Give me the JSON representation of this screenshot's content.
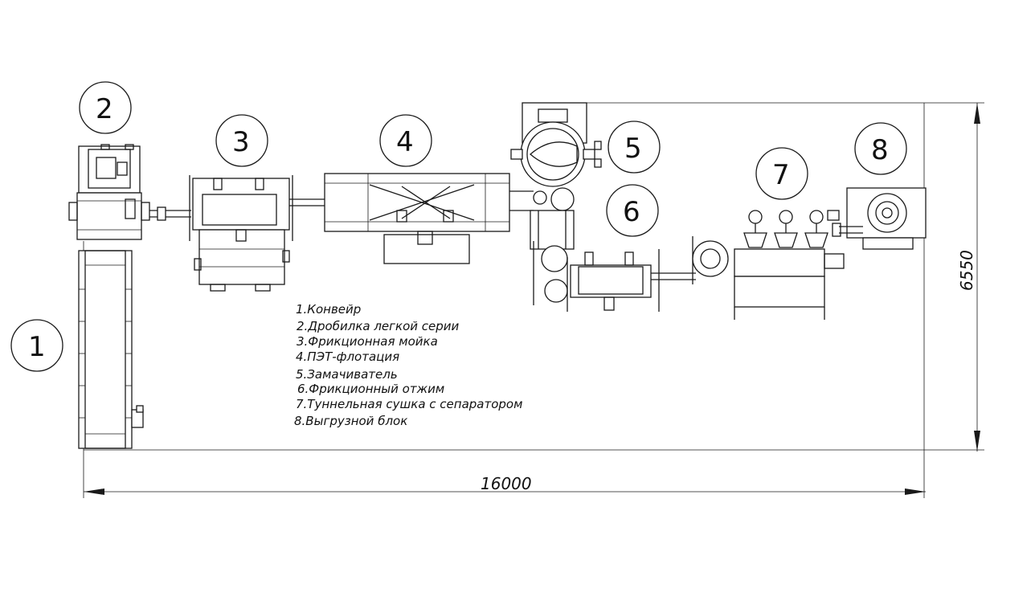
{
  "equipment_labels": [
    "1",
    "2",
    "3",
    "4",
    "5",
    "6",
    "7",
    "8"
  ],
  "legend": [
    "1.Конвейр",
    "2.Дробилка легкой серии",
    "3.Фрикционная мойка",
    "4.ПЭТ-флотация",
    "5.Замачиватель",
    "6.Фрикционный отжим",
    "7.Туннельная сушка с сепаратором",
    "8.Выгрузной блок"
  ],
  "dimensions": {
    "length": "16000",
    "width": "6550"
  },
  "colors": {
    "line": "#1a1a1a",
    "background": "#ffffff"
  }
}
